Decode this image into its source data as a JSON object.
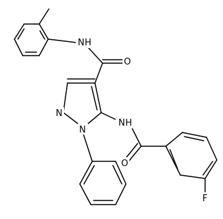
{
  "molecule": {
    "atoms": {
      "nh_amide": "N",
      "nh_amide_h": "H",
      "o_carbonyl_top": "O",
      "n_pyrazole_2": "N",
      "n_pyrazole_1": "N",
      "nh_benzamide": "N",
      "nh_benzamide_h": "H",
      "o_carbonyl_bottom": "O",
      "fluorine": "F"
    },
    "colors": {
      "bond": "#000000",
      "label": "#000000",
      "background": "#ffffff"
    }
  }
}
